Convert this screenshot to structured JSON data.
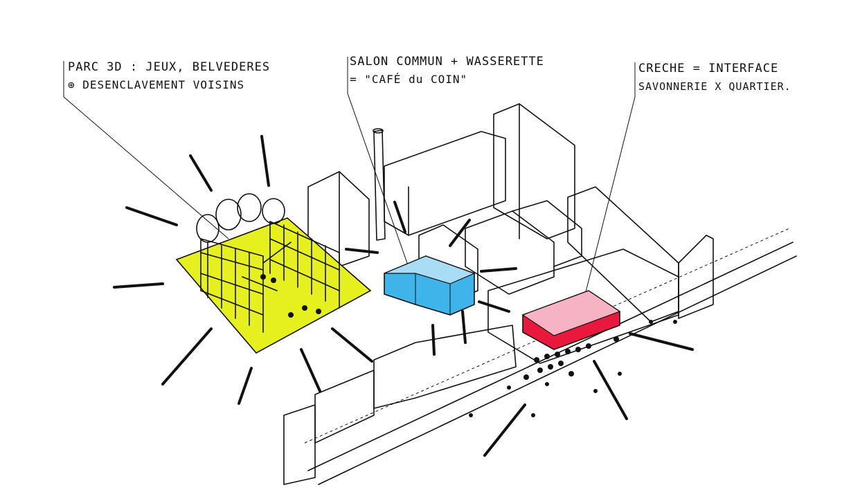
{
  "annotations": {
    "parc": {
      "line1": "PARC 3D : JEUX, BELVEDERES",
      "line2": "⊕ DESENCLAVEMENT VOISINS"
    },
    "salon": {
      "line1": "SALON COMMUN + WASSERETTE",
      "line2": "= \"CAFÉ du COIN\""
    },
    "creche": {
      "line1": "CRECHE = INTERFACE",
      "line2": "SAVONNERIE X QUARTIER."
    }
  },
  "colors": {
    "park": "#e6f01e",
    "salon": "#3fb4ea",
    "salon_light": "#a9dcf5",
    "creche": "#e8193c",
    "creche_light": "#f6b3c3",
    "ink": "#111111"
  }
}
